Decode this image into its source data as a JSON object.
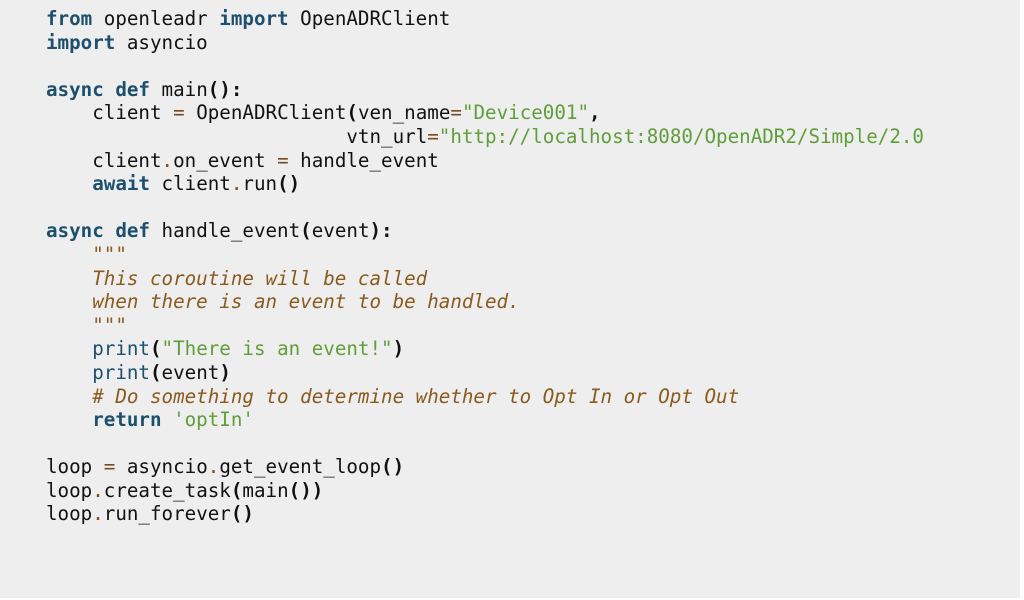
{
  "code_view": {
    "language": "python",
    "lines": {
      "l1": {
        "kw1": "from",
        "t1": " openleadr ",
        "kw2": "import",
        "t2": " OpenADRClient"
      },
      "l2": {
        "kw1": "import",
        "t1": " asyncio"
      },
      "l4": {
        "kw1": "async",
        "kw2": "def",
        "t1": " main",
        "p": "():"
      },
      "l5": {
        "indent": "    ",
        "t1": "client ",
        "op": "=",
        "t2": " OpenADRClient",
        "p1": "(",
        "t3": "ven_name",
        "op2": "=",
        "s": "\"Device001\"",
        "p2": ","
      },
      "l6": {
        "indent": "                          ",
        "t1": "vtn_url",
        "op": "=",
        "s": "\"http://localhost:8080/OpenADR2/Simple/2.0"
      },
      "l7": {
        "indent": "    ",
        "t1": "client",
        "op": ".",
        "t2": "on_event ",
        "op2": "=",
        "t3": " handle_event"
      },
      "l8": {
        "indent": "    ",
        "kw": "await",
        "t1": " client",
        "op": ".",
        "t2": "run",
        "p": "()"
      },
      "l10": {
        "kw1": "async",
        "kw2": "def",
        "t1": " handle_event",
        "p1": "(",
        "t2": "event",
        "p2": "):"
      },
      "l11": {
        "indent": "    ",
        "doc": "\"\"\""
      },
      "l12": {
        "indent": "    ",
        "doc": "This coroutine will be called"
      },
      "l13": {
        "indent": "    ",
        "doc": "when there is an event to be handled."
      },
      "l14": {
        "indent": "    ",
        "doc": "\"\"\""
      },
      "l15": {
        "indent": "    ",
        "bi": "print",
        "p1": "(",
        "s": "\"There is an event!\"",
        "p2": ")"
      },
      "l16": {
        "indent": "    ",
        "bi": "print",
        "p1": "(",
        "t1": "event",
        "p2": ")"
      },
      "l17": {
        "indent": "    ",
        "cm": "# Do something to determine whether to Opt In or Opt Out"
      },
      "l18": {
        "indent": "    ",
        "kw": "return",
        "s": " 'optIn'"
      },
      "l20": {
        "t1": "loop ",
        "op": "=",
        "t2": " asyncio",
        "op2": ".",
        "t3": "get_event_loop",
        "p": "()"
      },
      "l21": {
        "t1": "loop",
        "op": ".",
        "t2": "create_task",
        "p1": "(",
        "t3": "main",
        "p2": "())"
      },
      "l22": {
        "t1": "loop",
        "op": ".",
        "t2": "run_forever",
        "p": "()"
      }
    }
  },
  "colors": {
    "background": "#eeeeee",
    "keyword": "#1d4f6e",
    "string": "#5f9e3a",
    "docstring_comment": "#8a5a1e",
    "operator": "#7a4a1f",
    "text": "#111111"
  }
}
